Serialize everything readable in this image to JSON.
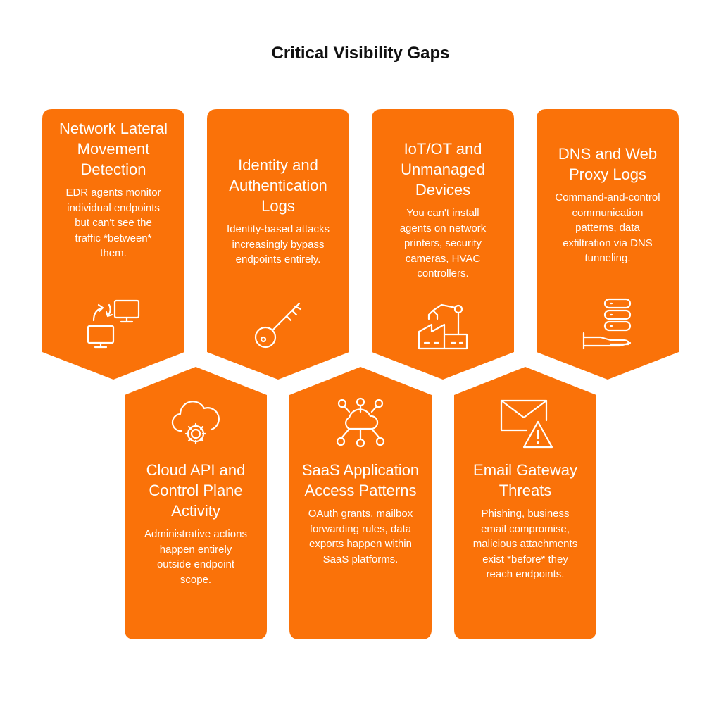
{
  "title": "Critical Visibility Gaps",
  "colors": {
    "card": "#FA7209",
    "text": "#FFFFFF",
    "title": "#111111"
  },
  "cards": [
    {
      "title": "Network Lateral Movement Detection",
      "description": "EDR agents monitor individual endpoints but can't see the traffic *between* them.",
      "icon": "network-transfer-icon"
    },
    {
      "title": "Identity and Authentication Logs",
      "description": "Identity-based attacks increasingly bypass endpoints entirely.",
      "icon": "key-icon"
    },
    {
      "title": "IoT/OT and Unmanaged Devices",
      "description": "You can't install agents on network printers, security cameras, HVAC controllers.",
      "icon": "factory-robot-icon"
    },
    {
      "title": "DNS and Web Proxy Logs",
      "description": "Command-and-control communication patterns, data exfiltration via DNS tunneling.",
      "icon": "server-hand-icon"
    },
    {
      "title": "Cloud API and Control Plane Activity",
      "description": "Administrative actions happen entirely outside endpoint scope.",
      "icon": "cloud-gear-icon"
    },
    {
      "title": "SaaS Application Access Patterns",
      "description": "OAuth grants, mailbox forwarding rules, data exports happen within SaaS platforms.",
      "icon": "cloud-network-icon"
    },
    {
      "title": "Email Gateway Threats",
      "description": "Phishing, business email compromise, malicious attachments exist *before* they reach endpoints.",
      "icon": "email-warning-icon"
    }
  ]
}
